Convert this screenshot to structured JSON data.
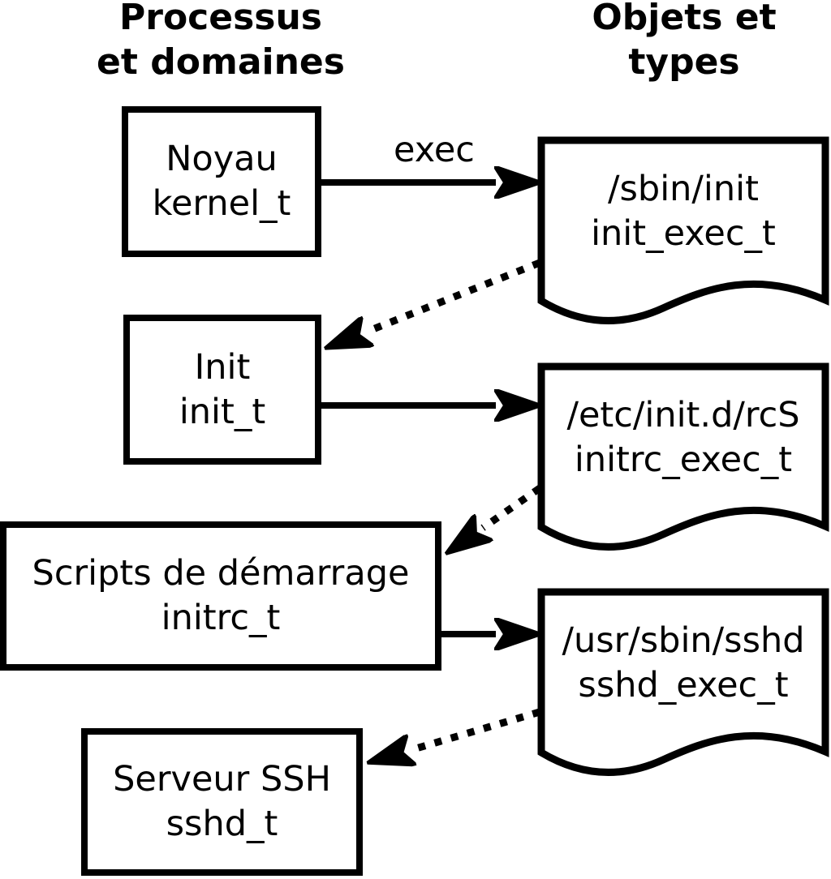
{
  "title_columns": {
    "left": {
      "line1": "Processus",
      "line2": "et domaines"
    },
    "right": {
      "line1": "Objets et",
      "line2": "types"
    }
  },
  "processes": [
    {
      "label": "Noyau",
      "domain": "kernel_t"
    },
    {
      "label": "Init",
      "domain": "init_t"
    },
    {
      "label": "Scripts de démarrage",
      "domain": "initrc_t"
    },
    {
      "label": "Serveur SSH",
      "domain": "sshd_t"
    }
  ],
  "objects": [
    {
      "path": "/sbin/init",
      "type": "init_exec_t"
    },
    {
      "path": "/etc/init.d/rcS",
      "type": "initrc_exec_t"
    },
    {
      "path": "/usr/sbin/sshd",
      "type": "sshd_exec_t"
    }
  ],
  "arrows": {
    "exec_label": "exec"
  },
  "colors": {
    "ink": "#000000",
    "background": "#ffffff"
  }
}
